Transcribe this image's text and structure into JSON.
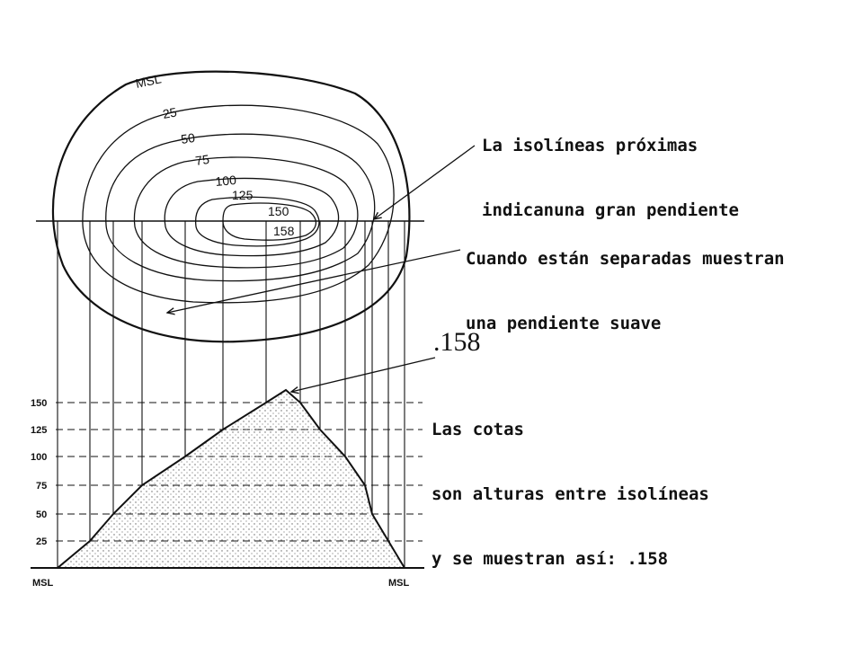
{
  "annotations": {
    "steep_line1": "La isolíneas próximas",
    "steep_line2": "indicanuna gran pendiente",
    "gentle_line1": "Cuando están separadas muestran",
    "gentle_line2": "una pendiente suave",
    "spot_height_value": ".158",
    "spot_line1": "Las cotas",
    "spot_line2": "son alturas entre isolíneas",
    "spot_line3": "y se muestran así: .158"
  },
  "contours": {
    "msl": "MSL",
    "c25": "25",
    "c50": "50",
    "c75": "75",
    "c100": "100",
    "c125": "125",
    "c150": "150",
    "c158": "158"
  },
  "profile_axis": {
    "ticks": [
      "150",
      "125",
      "100",
      "75",
      "50",
      "25"
    ],
    "msl_left": "MSL",
    "msl_right": "MSL"
  }
}
